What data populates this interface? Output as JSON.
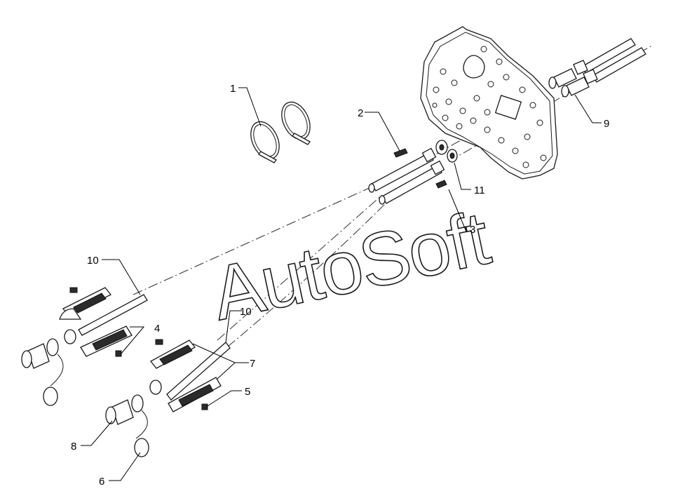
{
  "watermark": "AutoSoft",
  "callouts": [
    {
      "id": "c1",
      "label": "1"
    },
    {
      "id": "c2",
      "label": "2"
    },
    {
      "id": "c3",
      "label": "3"
    },
    {
      "id": "c4",
      "label": "4"
    },
    {
      "id": "c5",
      "label": "5"
    },
    {
      "id": "c6",
      "label": "6"
    },
    {
      "id": "c7",
      "label": "7"
    },
    {
      "id": "c8",
      "label": "8"
    },
    {
      "id": "c9",
      "label": "9"
    },
    {
      "id": "c10a",
      "label": "10"
    },
    {
      "id": "c10b",
      "label": "10"
    },
    {
      "id": "c11",
      "label": "11"
    }
  ]
}
